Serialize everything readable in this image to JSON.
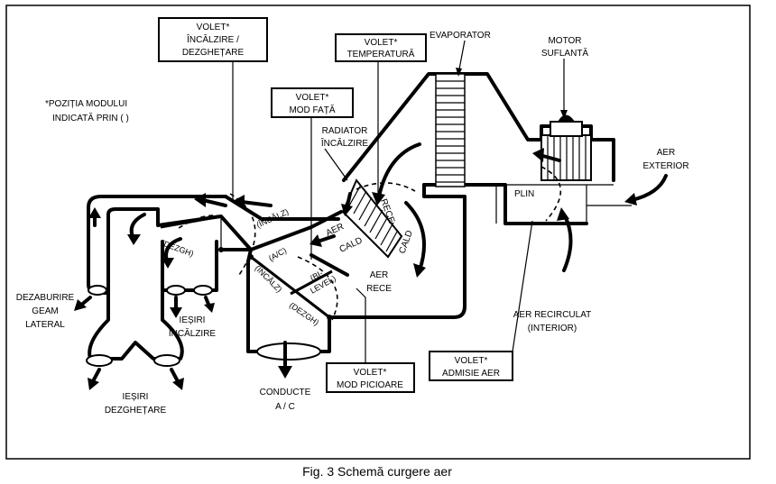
{
  "caption": "Fig. 3  Schemă curgere aer",
  "note": [
    "*POZIȚIA MODULUI",
    "INDICATĂ PRIN (   )"
  ],
  "boxes": {
    "volet_incalzire": [
      "VOLET*",
      "ÎNCĂLZIRE /",
      "DEZGHEȚARE"
    ],
    "volet_temperatura": [
      "VOLET*",
      "TEMPERATURĂ"
    ],
    "volet_mod_fata": [
      "VOLET*",
      "MOD  FAȚĂ"
    ],
    "volet_mod_picioare": [
      "VOLET*",
      "MOD PICIOARE"
    ],
    "volet_admisie": [
      "VOLET*",
      "ADMISIE AER"
    ]
  },
  "labels": {
    "evaporator": "EVAPORATOR",
    "motor": [
      "MOTOR",
      "SUFLANTĂ"
    ],
    "aer_exterior": [
      "AER",
      "EXTERIOR"
    ],
    "radiator": [
      "RADIATOR",
      "ÎNCĂLZIRE"
    ],
    "plin": "PLIN",
    "rece_rot": "RECE",
    "cald_rot": "CALD",
    "aer_cald": [
      "AER",
      "CALD"
    ],
    "aer_rece": [
      "AER",
      "RECE"
    ],
    "incalz_top": "(ÎNCĂLZ)",
    "ac_mode": "(A/C)",
    "dezgh_top": "(DEZGH)",
    "incalz_low": "(ÎNCĂLZ)",
    "bilevel": [
      "(BI-",
      "LEVEL)"
    ],
    "dezgh_low": "(DEZGH)",
    "dezaburire": [
      "DEZABURIRE",
      "GEAM",
      "LATERAL"
    ],
    "iesiri_incalzire": [
      "IEȘIRI",
      "ÎNCĂLZIRE"
    ],
    "iesiri_dezghetare": [
      "IEȘIRI",
      "DEZGHEȚARE"
    ],
    "conducte": [
      "CONDUCTE",
      "A  /  C"
    ],
    "aer_recirculat": [
      "AER RECIRCULAT",
      "(INTERIOR)"
    ]
  }
}
